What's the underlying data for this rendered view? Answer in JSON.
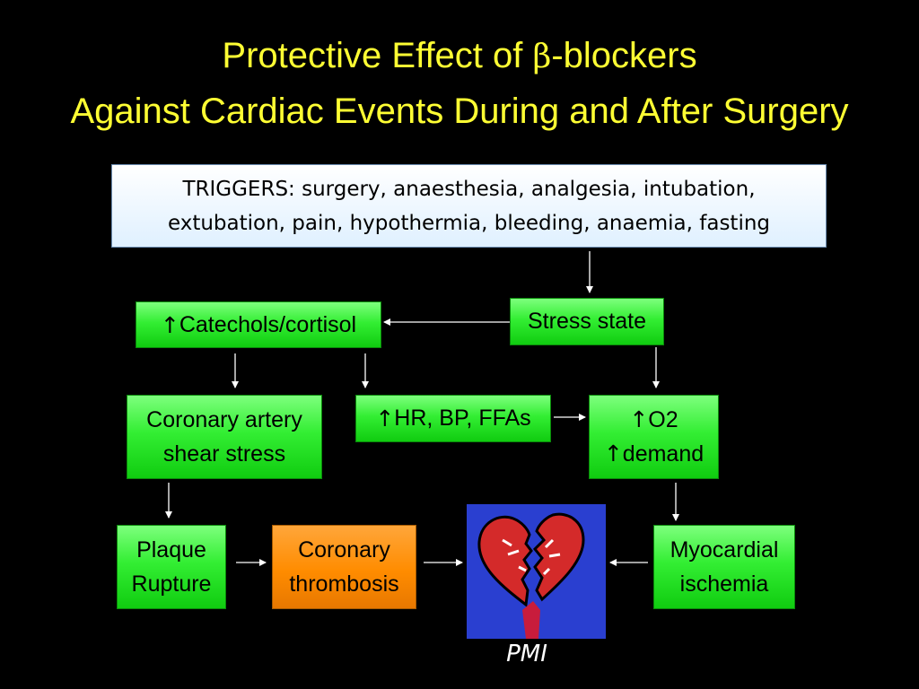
{
  "title": {
    "line1_pre": "Protective Effect of ",
    "beta": "β",
    "line1_post": "-blockers",
    "line2": "Against Cardiac Events During and After Surgery"
  },
  "triggers": {
    "label": "TRIGGERS:",
    "line1": " surgery, anaesthesia, analgesia, intubation,",
    "line2": "extubation, pain, hypothermia, bleeding, anaemia, fasting"
  },
  "boxes": {
    "stress": "Stress state",
    "catechols_arrow": "↑",
    "catechols": " Catechols/cortisol",
    "shear_line1": "Coronary artery",
    "shear_line2": "shear stress",
    "hr_arrow": "↑",
    "hr": "HR, BP, FFAs",
    "o2_arrow1": "↑",
    "o2_line1": "O2",
    "o2_arrow2": "↑",
    "o2_line2": "demand",
    "plaque_line1": "Plaque",
    "plaque_line2": "Rupture",
    "thrombosis_line1": "Coronary",
    "thrombosis_line2": "thrombosis",
    "ischemia_line1": "Myocardial",
    "ischemia_line2": "ischemia"
  },
  "image_label": "PMI",
  "colors": {
    "background": "#000000",
    "title": "#ffff33",
    "box_green": "#33ee33",
    "box_orange": "#ff8c00",
    "triggers_bg": "#dff0ff",
    "heart_bg": "#2a3fd0",
    "heart": "#d42a2a"
  }
}
